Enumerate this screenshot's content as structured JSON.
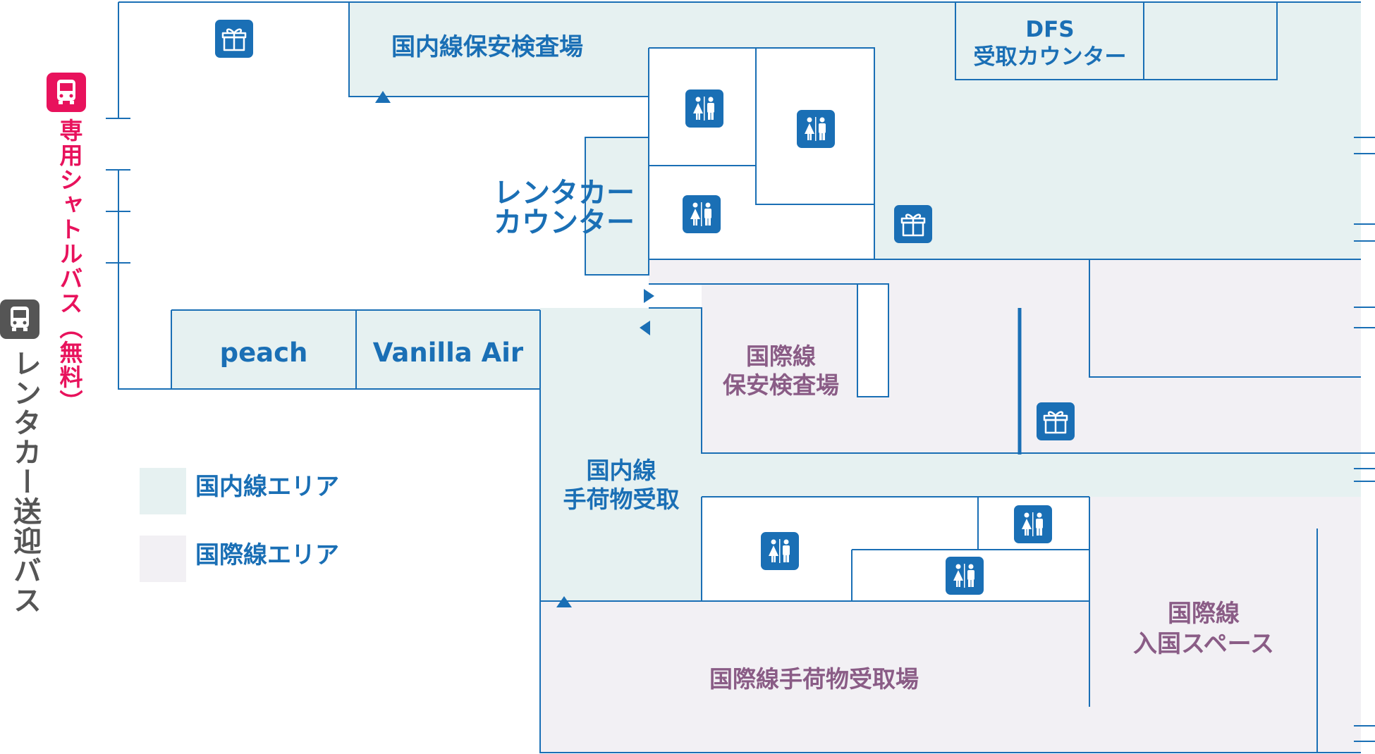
{
  "colors": {
    "domestic_fill": "#e6f1f1",
    "international_fill": "#f2f0f4",
    "wall": "#1a6fb5",
    "label_blue": "#1a6fb5",
    "label_purple": "#8a5c86",
    "shuttle_pink": "#e8125c",
    "rental_bus_gray": "#555555"
  },
  "labels": {
    "domestic_security": "国内線保安検査場",
    "dfs_line1": "DFS",
    "dfs_line2": "受取カウンター",
    "rental_line1": "レンタカー",
    "rental_line2": "カウンター",
    "peach": "peach",
    "vanilla_air": "Vanilla Air",
    "intl_security_line1": "国際線",
    "intl_security_line2": "保安検査場",
    "domestic_baggage_line1": "国内線",
    "domestic_baggage_line2": "手荷物受取",
    "intl_baggage": "国際線手荷物受取場",
    "intl_arrival_line1": "国際線",
    "intl_arrival_line2": "入国スペース"
  },
  "side": {
    "shuttle_bus": "専用シャトルバス（無料）",
    "rental_bus": "レンタカー送迎バス"
  },
  "legend": {
    "domestic": "国内線エリア",
    "international": "国際線エリア"
  },
  "icons": {
    "gift": "gift-shop-icon",
    "restroom": "restroom-icon",
    "bus": "bus-icon"
  }
}
